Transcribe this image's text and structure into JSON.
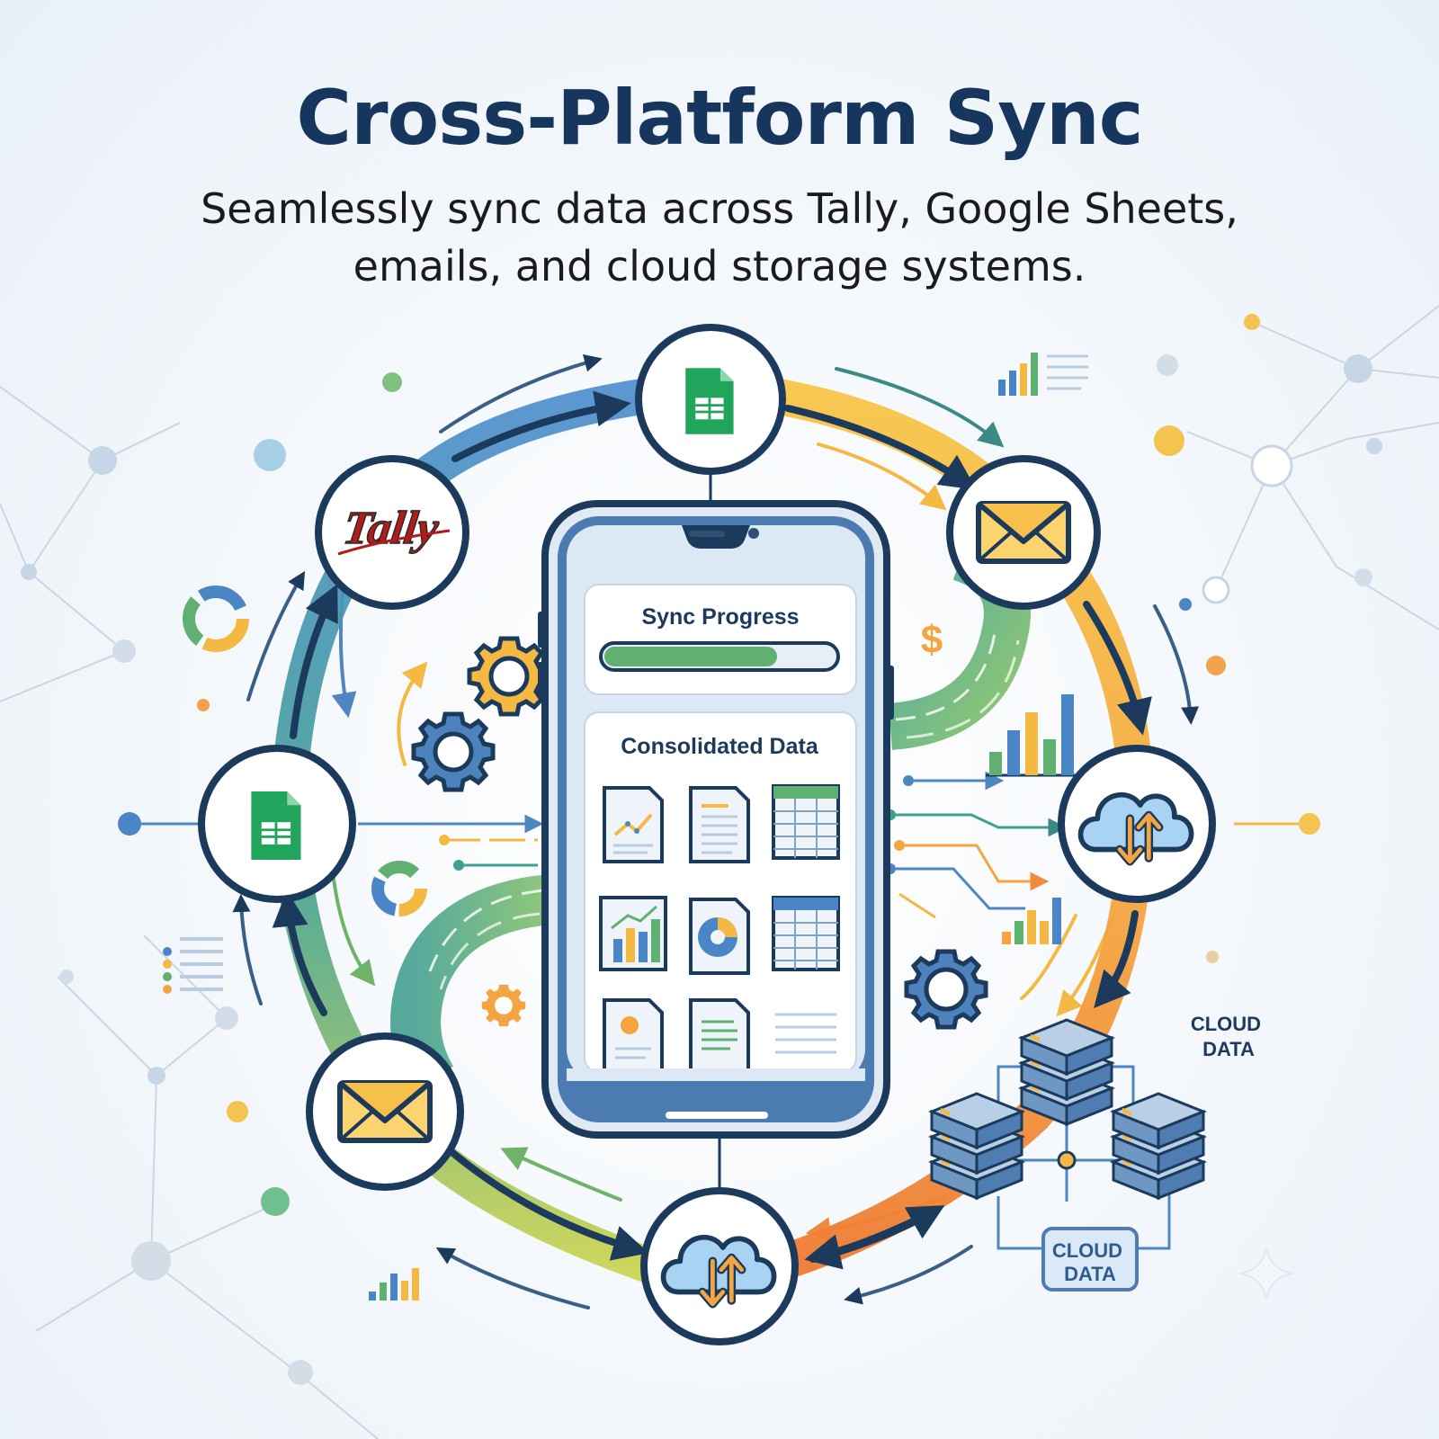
{
  "header": {
    "title": "Cross-Platform Sync",
    "subtitle": "Seamlessly sync data across Tally, Google Sheets, emails, and cloud storage systems."
  },
  "phone": {
    "sync_card_title": "Sync Progress",
    "sync_progress": 0.75,
    "data_card_title": "Consolidated Data"
  },
  "nodes": {
    "tally_label": "Tally",
    "cloud_data_label": "CLOUD DATA",
    "cloud_data_label_right": "CLOUD DATA"
  },
  "colors": {
    "navy": "#1b3a5c",
    "blue": "#5b93c9",
    "teal": "#3fa08e",
    "green": "#5fb071",
    "yellow": "#f4b942",
    "orange": "#f08a3c",
    "sheets_green": "#21a45c",
    "tally_red": "#b31b1b"
  }
}
